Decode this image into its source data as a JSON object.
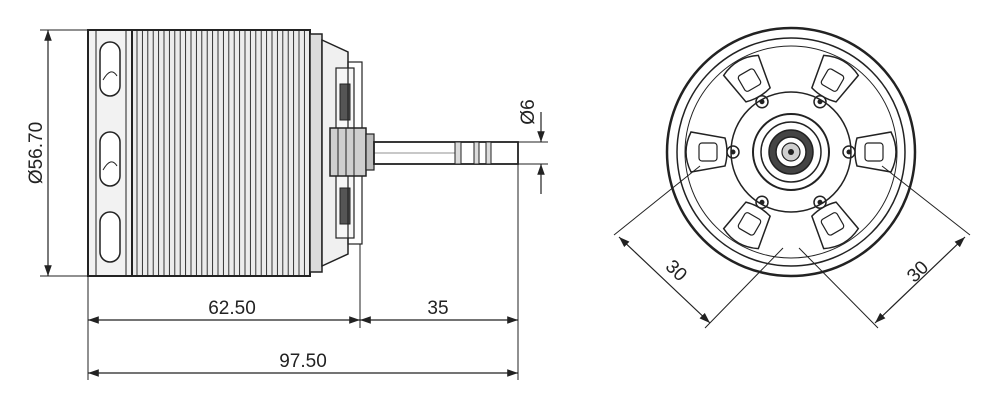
{
  "side_view": {
    "diameter_label": "Ø56.70",
    "shaft_label": "Ø6",
    "body_length_label": "62.50",
    "shaft_length_label": "35",
    "total_length_label": "97.50"
  },
  "front_view": {
    "left_spacing_label": "30",
    "right_spacing_label": "30"
  },
  "colors": {
    "line": "#222222",
    "body_fill": "#e9e9e9",
    "dark_fill": "#555555",
    "background": "#ffffff"
  }
}
